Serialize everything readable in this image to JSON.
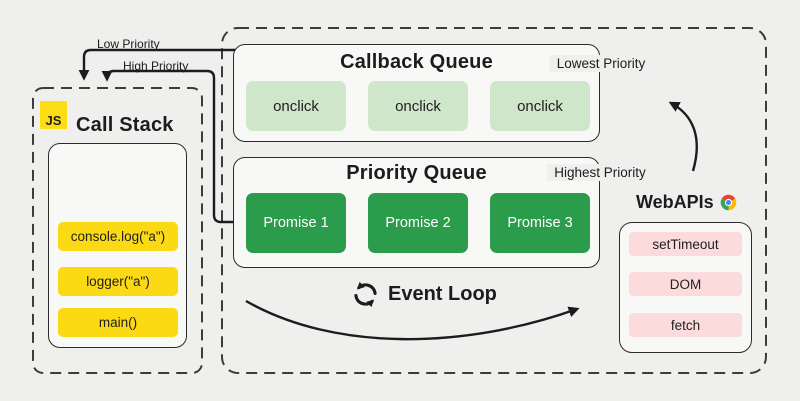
{
  "call_stack": {
    "badge": "JS",
    "title": "Call Stack",
    "frames": [
      "console.log(\"a\")",
      "logger(\"a\")",
      "main()"
    ]
  },
  "callback_queue": {
    "title": "Callback Queue",
    "priority_note": "Lowest Priority",
    "tasks": [
      "onclick",
      "onclick",
      "onclick"
    ]
  },
  "priority_queue": {
    "title": "Priority Queue",
    "priority_note": "Highest Priority",
    "tasks": [
      "Promise 1",
      "Promise 2",
      "Promise 3"
    ]
  },
  "web_apis": {
    "title": "WebAPIs",
    "apis": [
      "setTimeout",
      "DOM",
      "fetch"
    ]
  },
  "event_loop": {
    "label": "Event Loop"
  },
  "wires": {
    "low": "Low Priority",
    "high": "High Priority"
  },
  "colors": {
    "background": "#efefee",
    "panel": "#f8f8f7",
    "border": "#2b2b2b",
    "dash": "#3c3c3c",
    "js_yellow": "#fbd914",
    "task_green_light": "#d0e6ca",
    "task_green_dark": "#2b9c4c",
    "api_pink": "#fbdbdb",
    "arrow": "#1c1c1c",
    "chrome_red": "#EA4335",
    "chrome_yellow": "#FBBC05",
    "chrome_green": "#34A853",
    "chrome_blue": "#4285F4"
  }
}
